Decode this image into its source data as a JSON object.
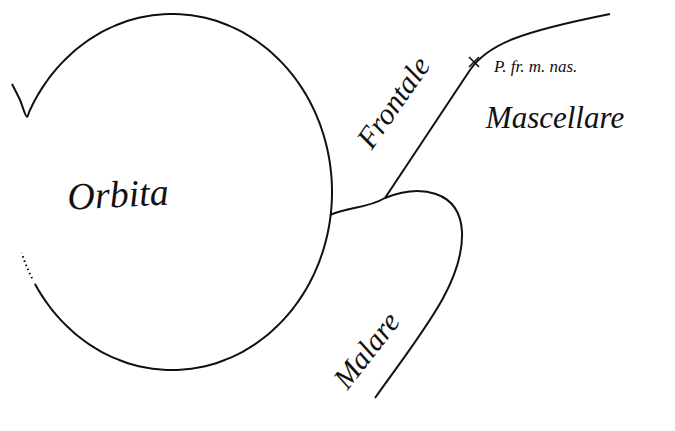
{
  "diagram": {
    "labels": [
      "Orbita",
      "Frontale",
      "P. fr. m. nas.",
      "Mascellare",
      "Malare"
    ]
  }
}
